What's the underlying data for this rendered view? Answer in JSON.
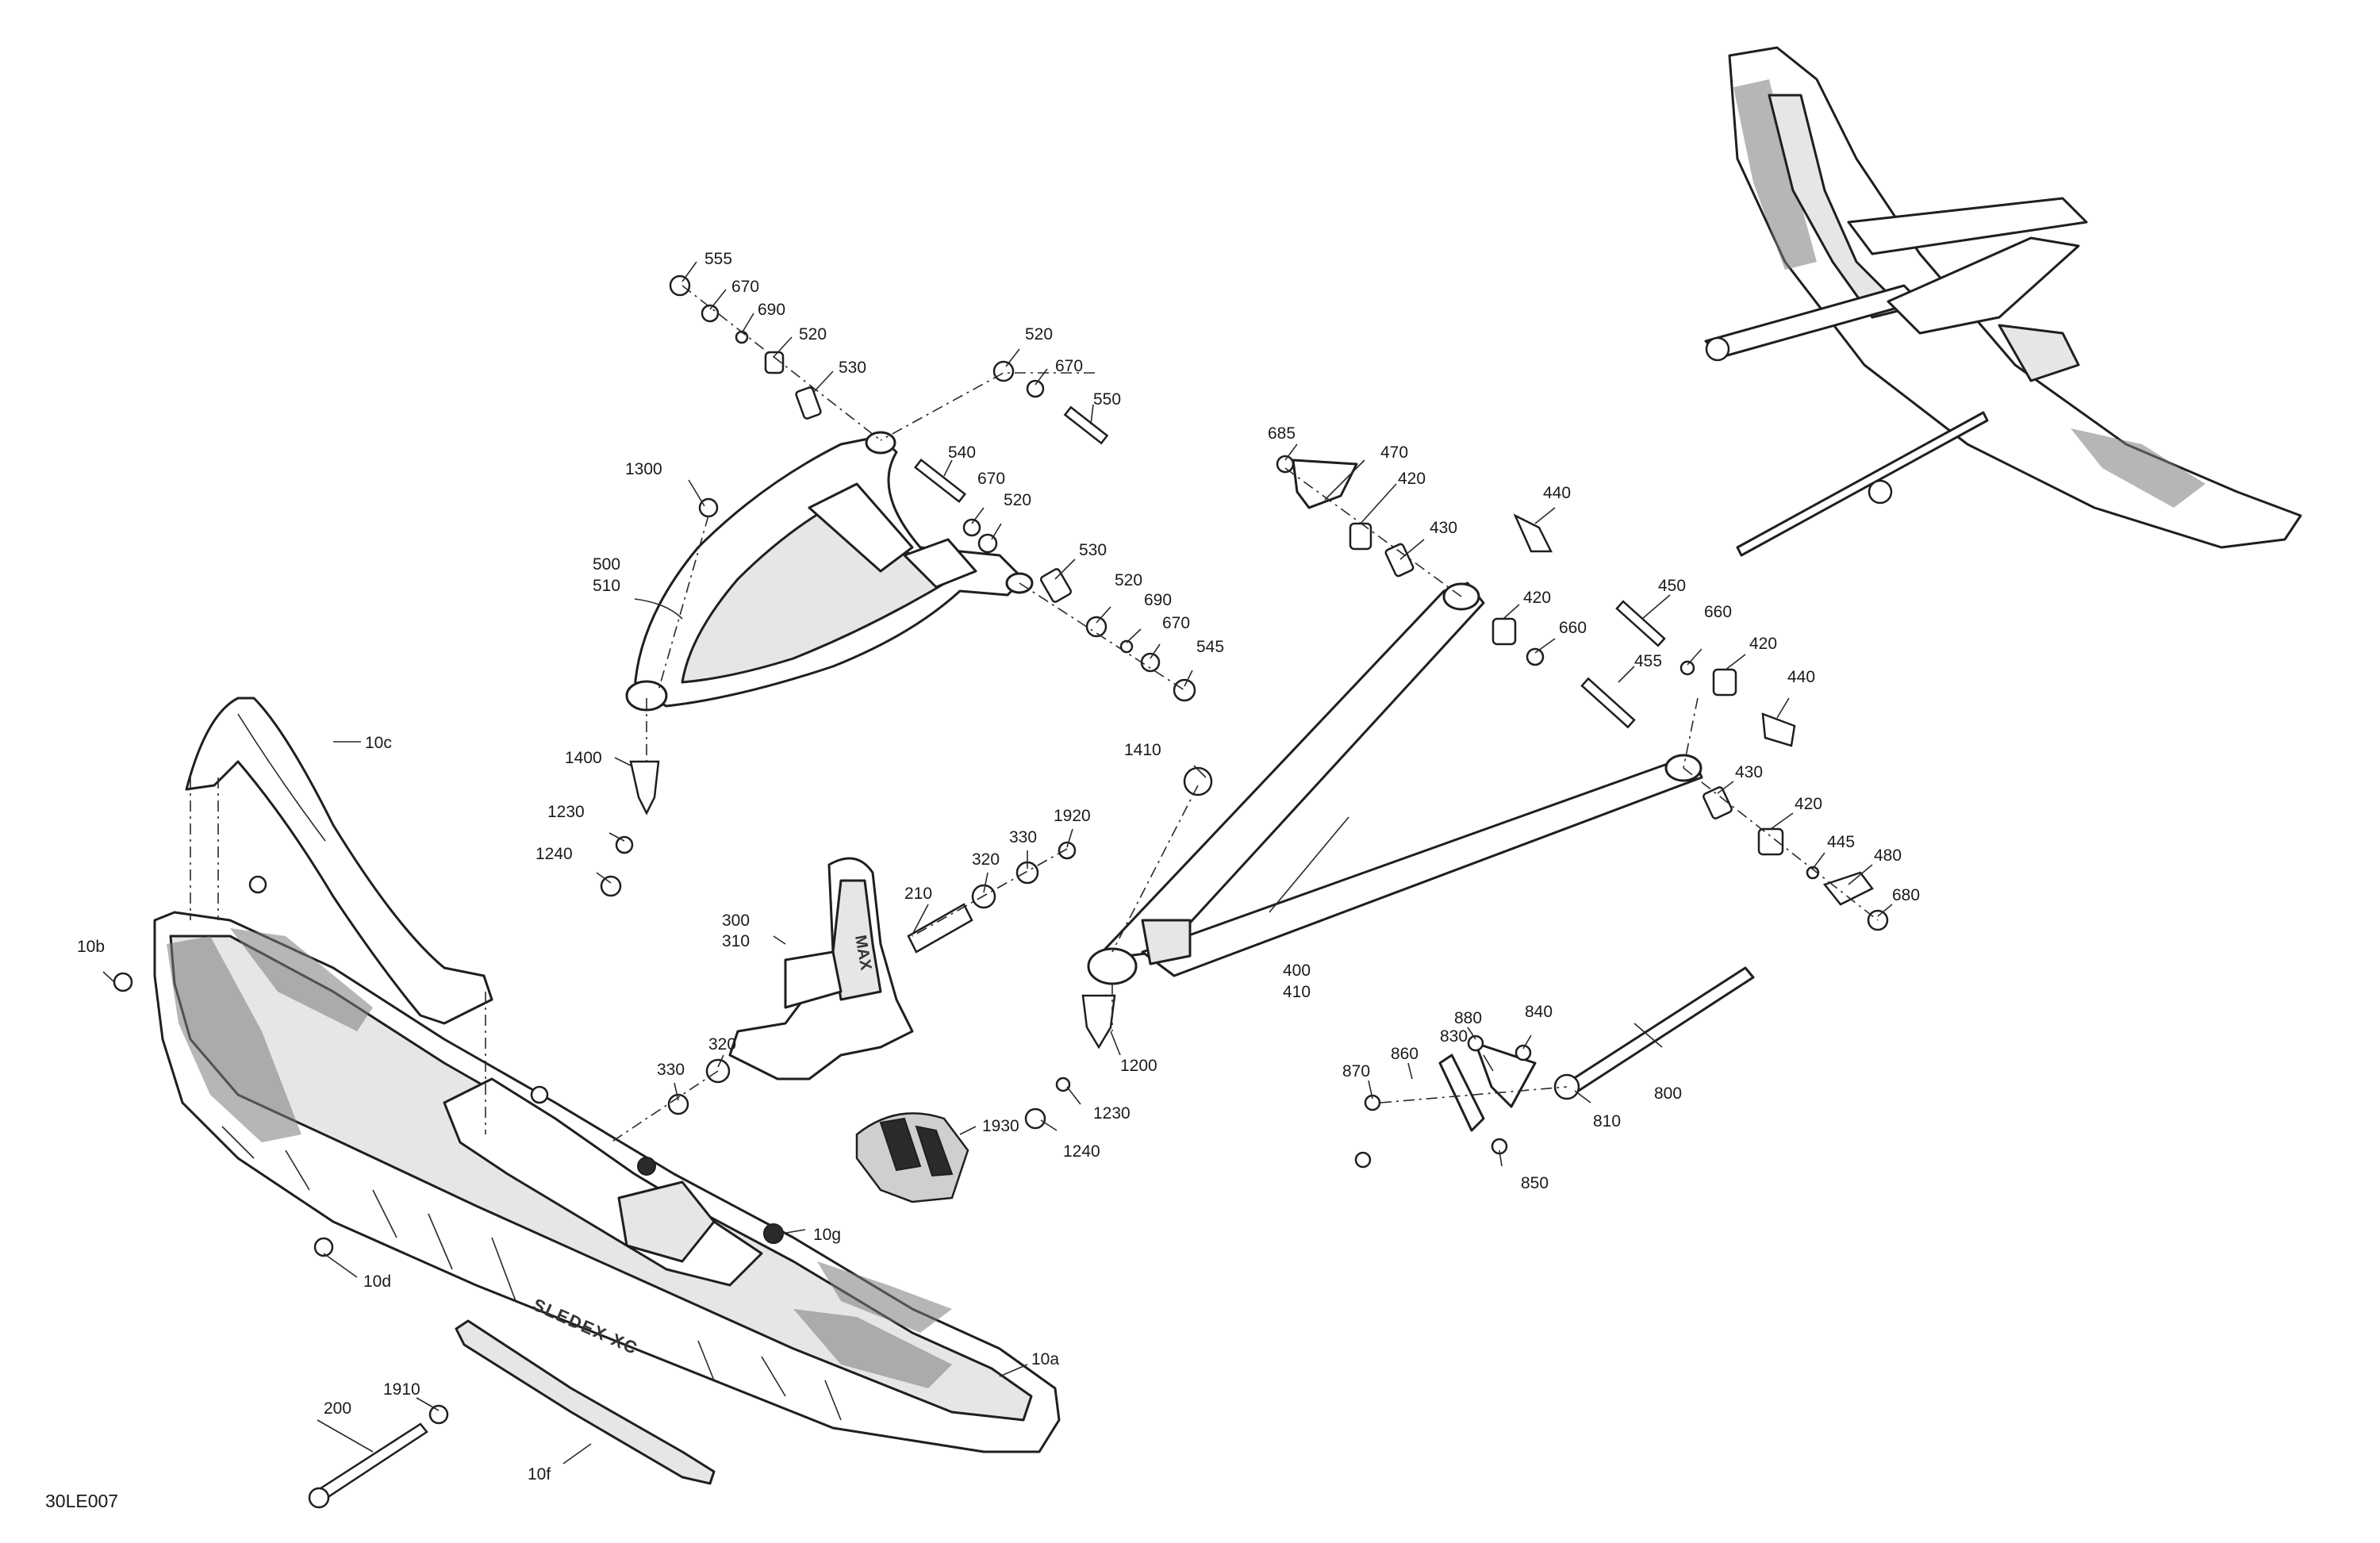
{
  "diagram": {
    "drawing_code": "30LE007",
    "callouts": [
      "555",
      "670",
      "690",
      "520",
      "530",
      "520",
      "670",
      "550",
      "540",
      "670",
      "520",
      "1300",
      "500",
      "510",
      "530",
      "520",
      "690",
      "670",
      "545",
      "1400",
      "1230",
      "1240",
      "10c",
      "10b",
      "300",
      "310",
      "210",
      "320",
      "330",
      "1920",
      "320",
      "330",
      "1930",
      "10d",
      "10g",
      "1910",
      "200",
      "10f",
      "10a",
      "685",
      "470",
      "420",
      "430",
      "440",
      "420",
      "660",
      "450",
      "660",
      "455",
      "420",
      "440",
      "1410",
      "430",
      "420",
      "445",
      "480",
      "680",
      "400",
      "410",
      "1200",
      "1230",
      "1240",
      "880",
      "840",
      "830",
      "860",
      "870",
      "800",
      "810",
      "850"
    ]
  },
  "colors": {
    "line": "#1f1f1f",
    "background": "#ffffff",
    "pad_fill": "#cfcfcf"
  }
}
